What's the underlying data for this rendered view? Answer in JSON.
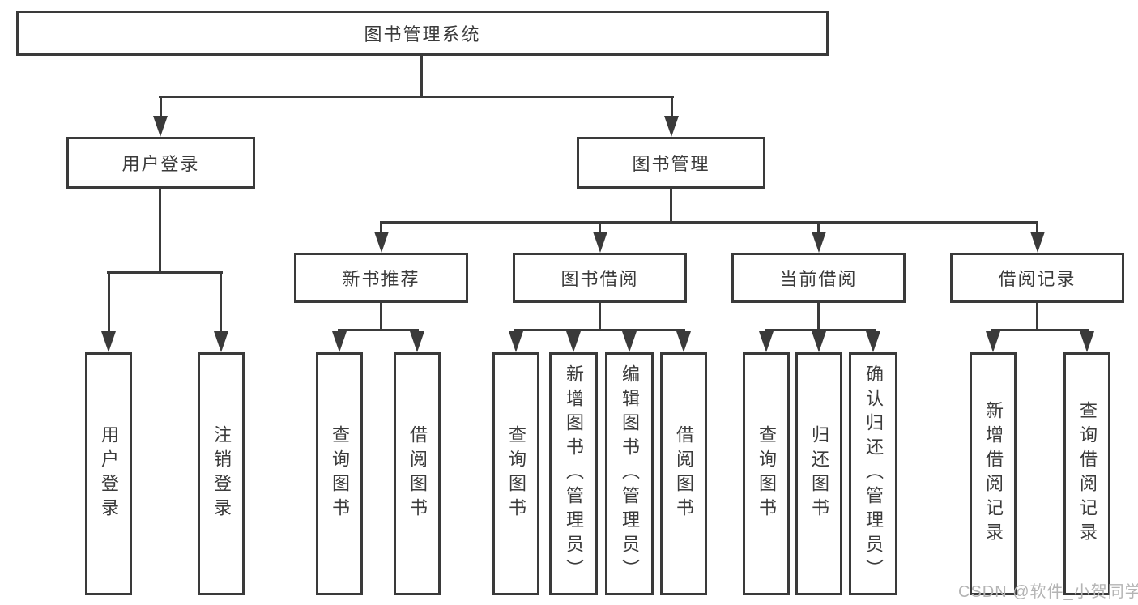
{
  "tree": {
    "root": "图书管理系统",
    "branches": [
      {
        "label": "用户登录",
        "children": [
          "用户登录",
          "注销登录"
        ]
      },
      {
        "label": "图书管理",
        "children": [
          {
            "label": "新书推荐",
            "children": [
              "查询图书",
              "借阅图书"
            ]
          },
          {
            "label": "图书借阅",
            "children": [
              "查询图书",
              "新增图书（管理员）",
              "编辑图书（管理员）",
              "借阅图书"
            ]
          },
          {
            "label": "当前借阅",
            "children": [
              "查询图书",
              "归还图书",
              "确认归还（管理员）"
            ]
          },
          {
            "label": "借阅记录",
            "children": [
              "新增借阅记录",
              "查询借阅记录"
            ]
          }
        ]
      }
    ]
  },
  "watermark": "CSDN @软件_小贺同学",
  "colors": {
    "line": "#3a3a3a",
    "text": "#3b3b3b",
    "background": "#ffffff",
    "watermark": "#b4b4b4"
  }
}
